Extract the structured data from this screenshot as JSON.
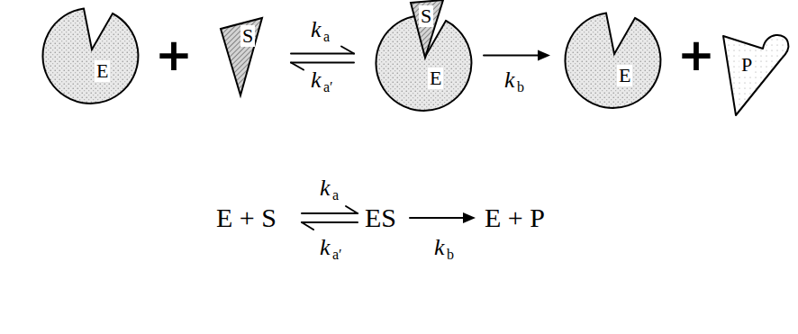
{
  "diagram": {
    "nodes": [
      {
        "text": [
          "E"
        ]
      },
      {
        "text": [
          "S"
        ]
      },
      {
        "text": [
          "E"
        ]
      },
      {
        "text": [
          "S"
        ],
        "in": 2
      },
      {
        "text": [
          "E"
        ]
      },
      {
        "text": [
          "P"
        ]
      }
    ],
    "edges": [
      {
        "from": 1,
        "to": 2,
        "arrow": "both"
      },
      {
        "from": 2,
        "to": 4,
        "arrow": "to"
      }
    ],
    "labels": [
      "+",
      "k",
      "a",
      "k",
      "a′",
      "k",
      "b",
      "+",
      "E + S",
      "ES",
      "E + P",
      "k",
      "a",
      "k",
      "a′",
      "k",
      "b"
    ]
  }
}
